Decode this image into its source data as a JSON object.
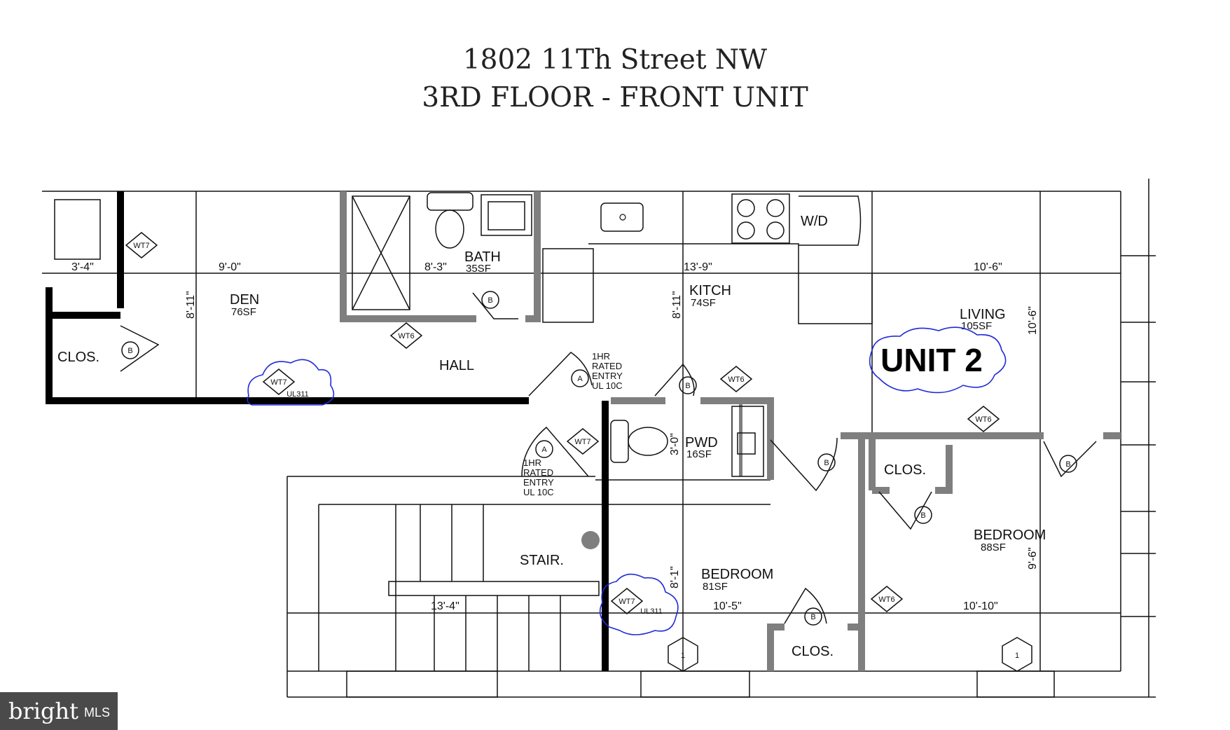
{
  "title": {
    "line1": "1802 11Th Street NW",
    "line2": "3RD FLOOR - FRONT UNIT"
  },
  "unit_label": "UNIT 2",
  "rooms": {
    "den": {
      "name": "DEN",
      "area": "76SF"
    },
    "bath": {
      "name": "BATH",
      "area": "35SF"
    },
    "kitch": {
      "name": "KITCH",
      "area": "74SF"
    },
    "living": {
      "name": "LIVING",
      "area": "105SF"
    },
    "pwd": {
      "name": "PWD",
      "area": "16SF"
    },
    "bedroom1": {
      "name": "BEDROOM",
      "area": "81SF"
    },
    "bedroom2": {
      "name": "BEDROOM",
      "area": "88SF"
    },
    "hall": {
      "name": "HALL"
    },
    "stair": {
      "name": "STAIR."
    },
    "clos1": {
      "name": "CLOS."
    },
    "clos2": {
      "name": "CLOS."
    },
    "clos3": {
      "name": "CLOS."
    },
    "wd": {
      "name": "W/D"
    }
  },
  "dimensions": {
    "d1": "3'-4\"",
    "d2": "9'-0\"",
    "d3": "8'-3\"",
    "d4": "13'-9\"",
    "d5": "10'-6\"",
    "d6": "8'-11\"",
    "d7": "8'-11\"",
    "d8": "10'-6\"",
    "d9": "3'-0\"",
    "d10": "8'-1\"",
    "d11": "13'-4\"",
    "d12": "10'-5\"",
    "d13": "10'-10\"",
    "d14": "9'-6\""
  },
  "rated_entry": {
    "line1": "1HR",
    "line2": "RATED",
    "line3": "ENTRY",
    "line4": "UL 10C"
  },
  "tags": {
    "wt7": "WT7",
    "wt6": "WT6",
    "ul311": "UL311",
    "a": "A",
    "b": "B",
    "one": "1"
  },
  "logo": {
    "brand": "bright",
    "mls": "MLS"
  }
}
